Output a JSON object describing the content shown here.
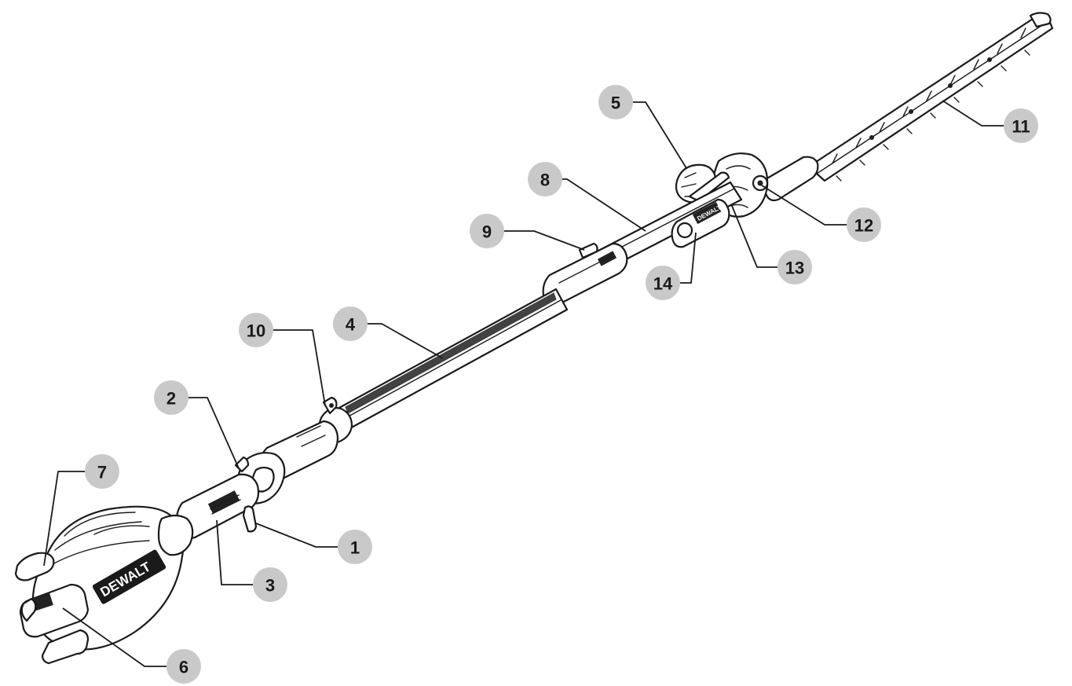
{
  "product": {
    "brand_text": "DEWALT"
  },
  "callouts": [
    {
      "id": "1",
      "label": "1"
    },
    {
      "id": "2",
      "label": "2"
    },
    {
      "id": "3",
      "label": "3"
    },
    {
      "id": "4",
      "label": "4"
    },
    {
      "id": "5",
      "label": "5"
    },
    {
      "id": "6",
      "label": "6"
    },
    {
      "id": "7",
      "label": "7"
    },
    {
      "id": "8",
      "label": "8"
    },
    {
      "id": "9",
      "label": "9"
    },
    {
      "id": "10",
      "label": "10"
    },
    {
      "id": "11",
      "label": "11"
    },
    {
      "id": "12",
      "label": "12"
    },
    {
      "id": "13",
      "label": "13"
    },
    {
      "id": "14",
      "label": "14"
    }
  ],
  "colors": {
    "callout_fill": "#c9c9c9",
    "line": "#1a1a1a",
    "background": "#ffffff"
  }
}
